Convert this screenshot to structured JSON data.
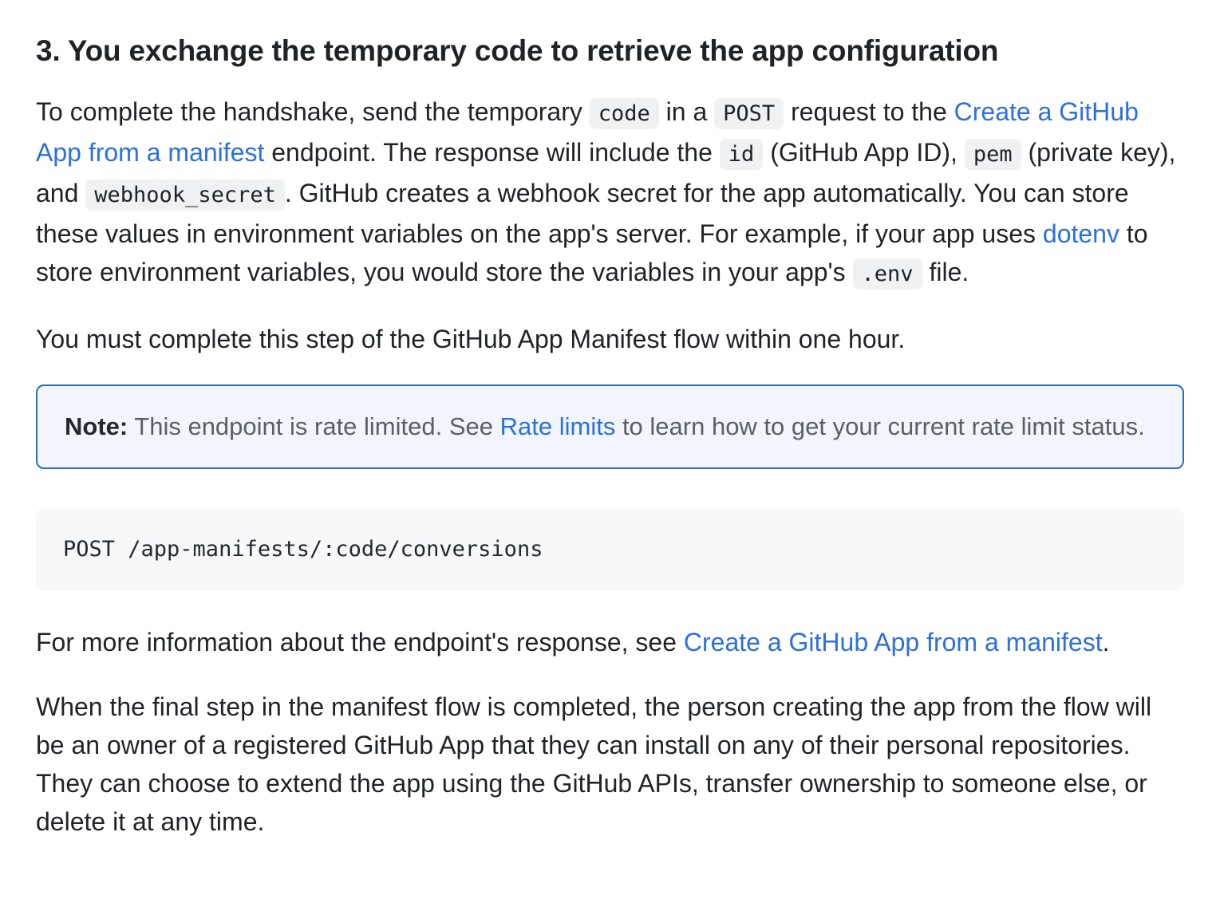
{
  "colors": {
    "page_background": "#ffffff",
    "body_text": "#1f2328",
    "link_blue": "#2b6fe2",
    "note_border": "#2b6cc6",
    "note_background": "#f2f6fc",
    "note_text": "#57606a",
    "inline_code_background": "#eff1f3",
    "code_block_background": "#f6f8fa"
  },
  "heading": {
    "text": "3. You exchange the temporary code to retrieve the app configuration"
  },
  "para1": {
    "segments": {
      "s0": "To complete the handshake, send the temporary ",
      "s1": "code",
      "s2": " in a ",
      "s3": "POST",
      "s4": " request to the ",
      "s5": "Create a GitHub App from a manifest",
      "s6": " endpoint. The response will include the ",
      "s7": "id",
      "s8": " (GitHub App ID), ",
      "s9": "pem",
      "s10": " (private key), and ",
      "s11": "webhook_secret",
      "s12": ". GitHub creates a webhook secret for the app automatically. You can store these values in environment variables on the app's server. For example, if your app uses ",
      "s13": "dotenv",
      "s14": " to store environment variables, you would store the variables in your app's ",
      "s15": ".env",
      "s16": " file."
    }
  },
  "para2": {
    "text": "You must complete this step of the GitHub App Manifest flow within one hour."
  },
  "note": {
    "label": "Note:",
    "s0": " This endpoint is rate limited. See ",
    "link": "Rate limits",
    "s1": " to learn how to get your current rate limit status."
  },
  "code_block": {
    "text": "POST /app-manifests/:code/conversions"
  },
  "para3": {
    "s0": "For more information about the endpoint's response, see ",
    "link": "Create a GitHub App from a manifest",
    "s1": "."
  },
  "para4": {
    "text": "When the final step in the manifest flow is completed, the person creating the app from the flow will be an owner of a registered GitHub App that they can install on any of their personal repositories. They can choose to extend the app using the GitHub APIs, transfer ownership to someone else, or delete it at any time."
  }
}
